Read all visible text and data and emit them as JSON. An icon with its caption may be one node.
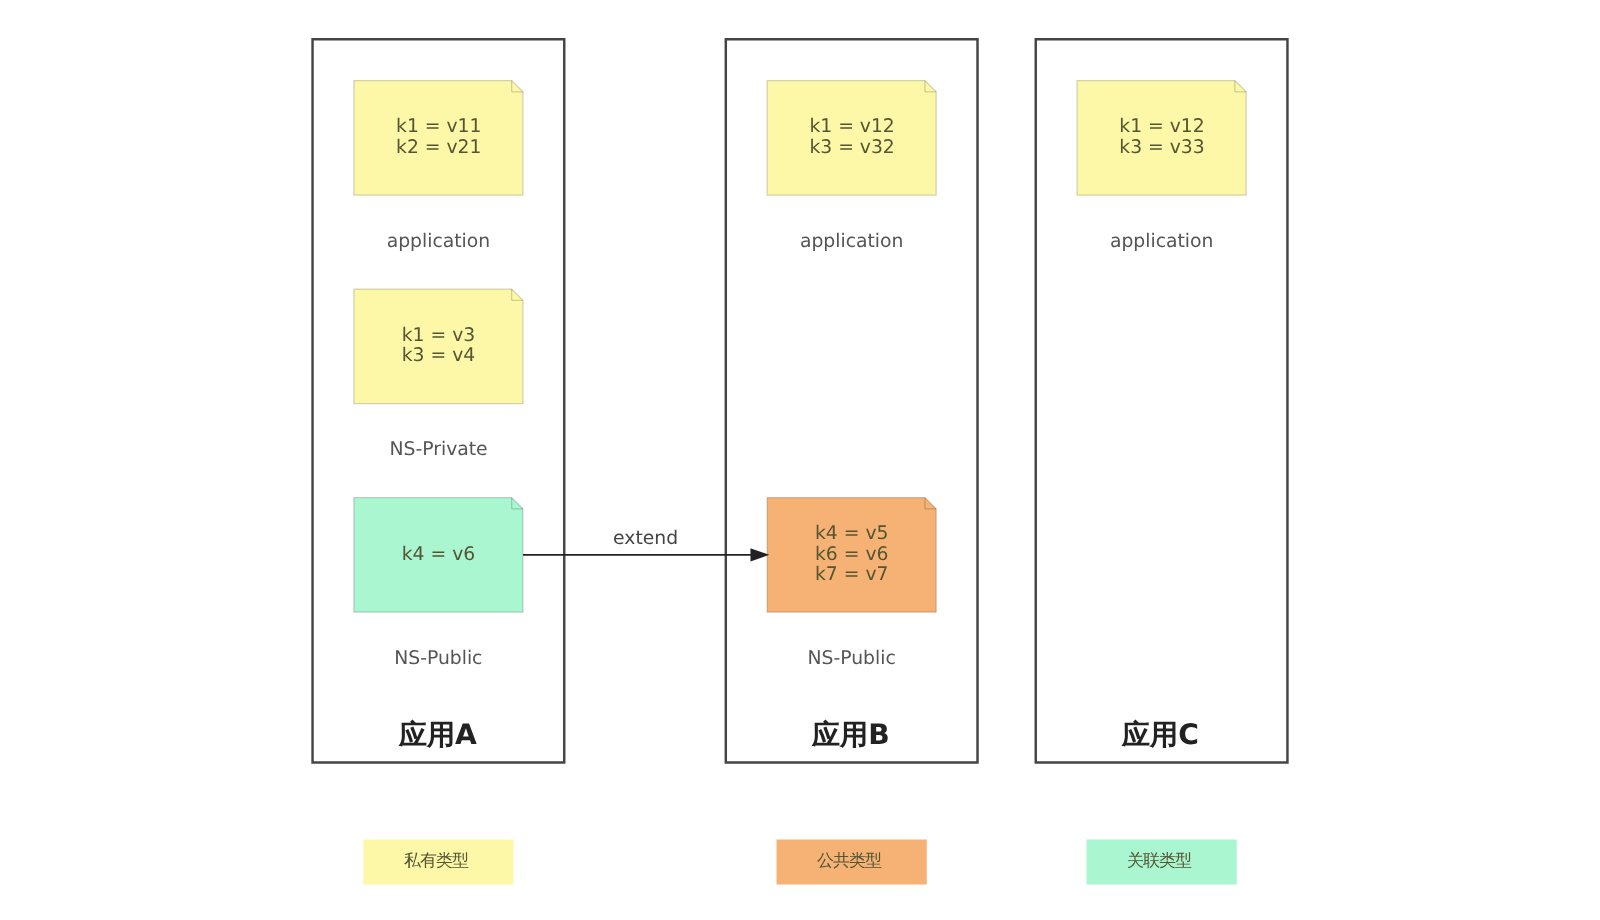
{
  "diagram": {
    "nodes": [
      {
        "text": [
          "应用A"
        ]
      },
      {
        "text": [
          "k1 = v11",
          "k2 = v21"
        ],
        "beside": [
          "application"
        ],
        "in": 0
      },
      {
        "text": [
          "k1 = v3",
          "k3 = v4"
        ],
        "beside": [
          "NS-Private"
        ],
        "in": 0
      },
      {
        "text": [
          "k4 = v6"
        ],
        "beside": [
          "NS-Public"
        ],
        "in": 0
      },
      {
        "text": [
          "应用B"
        ]
      },
      {
        "text": [
          "k1 = v12",
          "k3 = v32"
        ],
        "beside": [
          "application"
        ],
        "in": 4
      },
      {
        "text": [
          "k4 = v5",
          "k6 = v6",
          "k7 = v7"
        ],
        "beside": [
          "NS-Public"
        ],
        "in": 4
      },
      {
        "text": [
          "应用C"
        ]
      },
      {
        "text": [
          "k1 = v12",
          "k3 = v33"
        ],
        "beside": [
          "application"
        ],
        "in": 7
      }
    ],
    "edges": [
      {
        "from": 3,
        "to": 6,
        "arrow": "to",
        "label": "extend"
      }
    ],
    "legend": [
      {
        "text": "私有类型",
        "color": "#fdf8a8"
      },
      {
        "text": "公共类型",
        "color": "#f5b274"
      },
      {
        "text": "关联类型",
        "color": "#a9f6d0"
      }
    ]
  }
}
